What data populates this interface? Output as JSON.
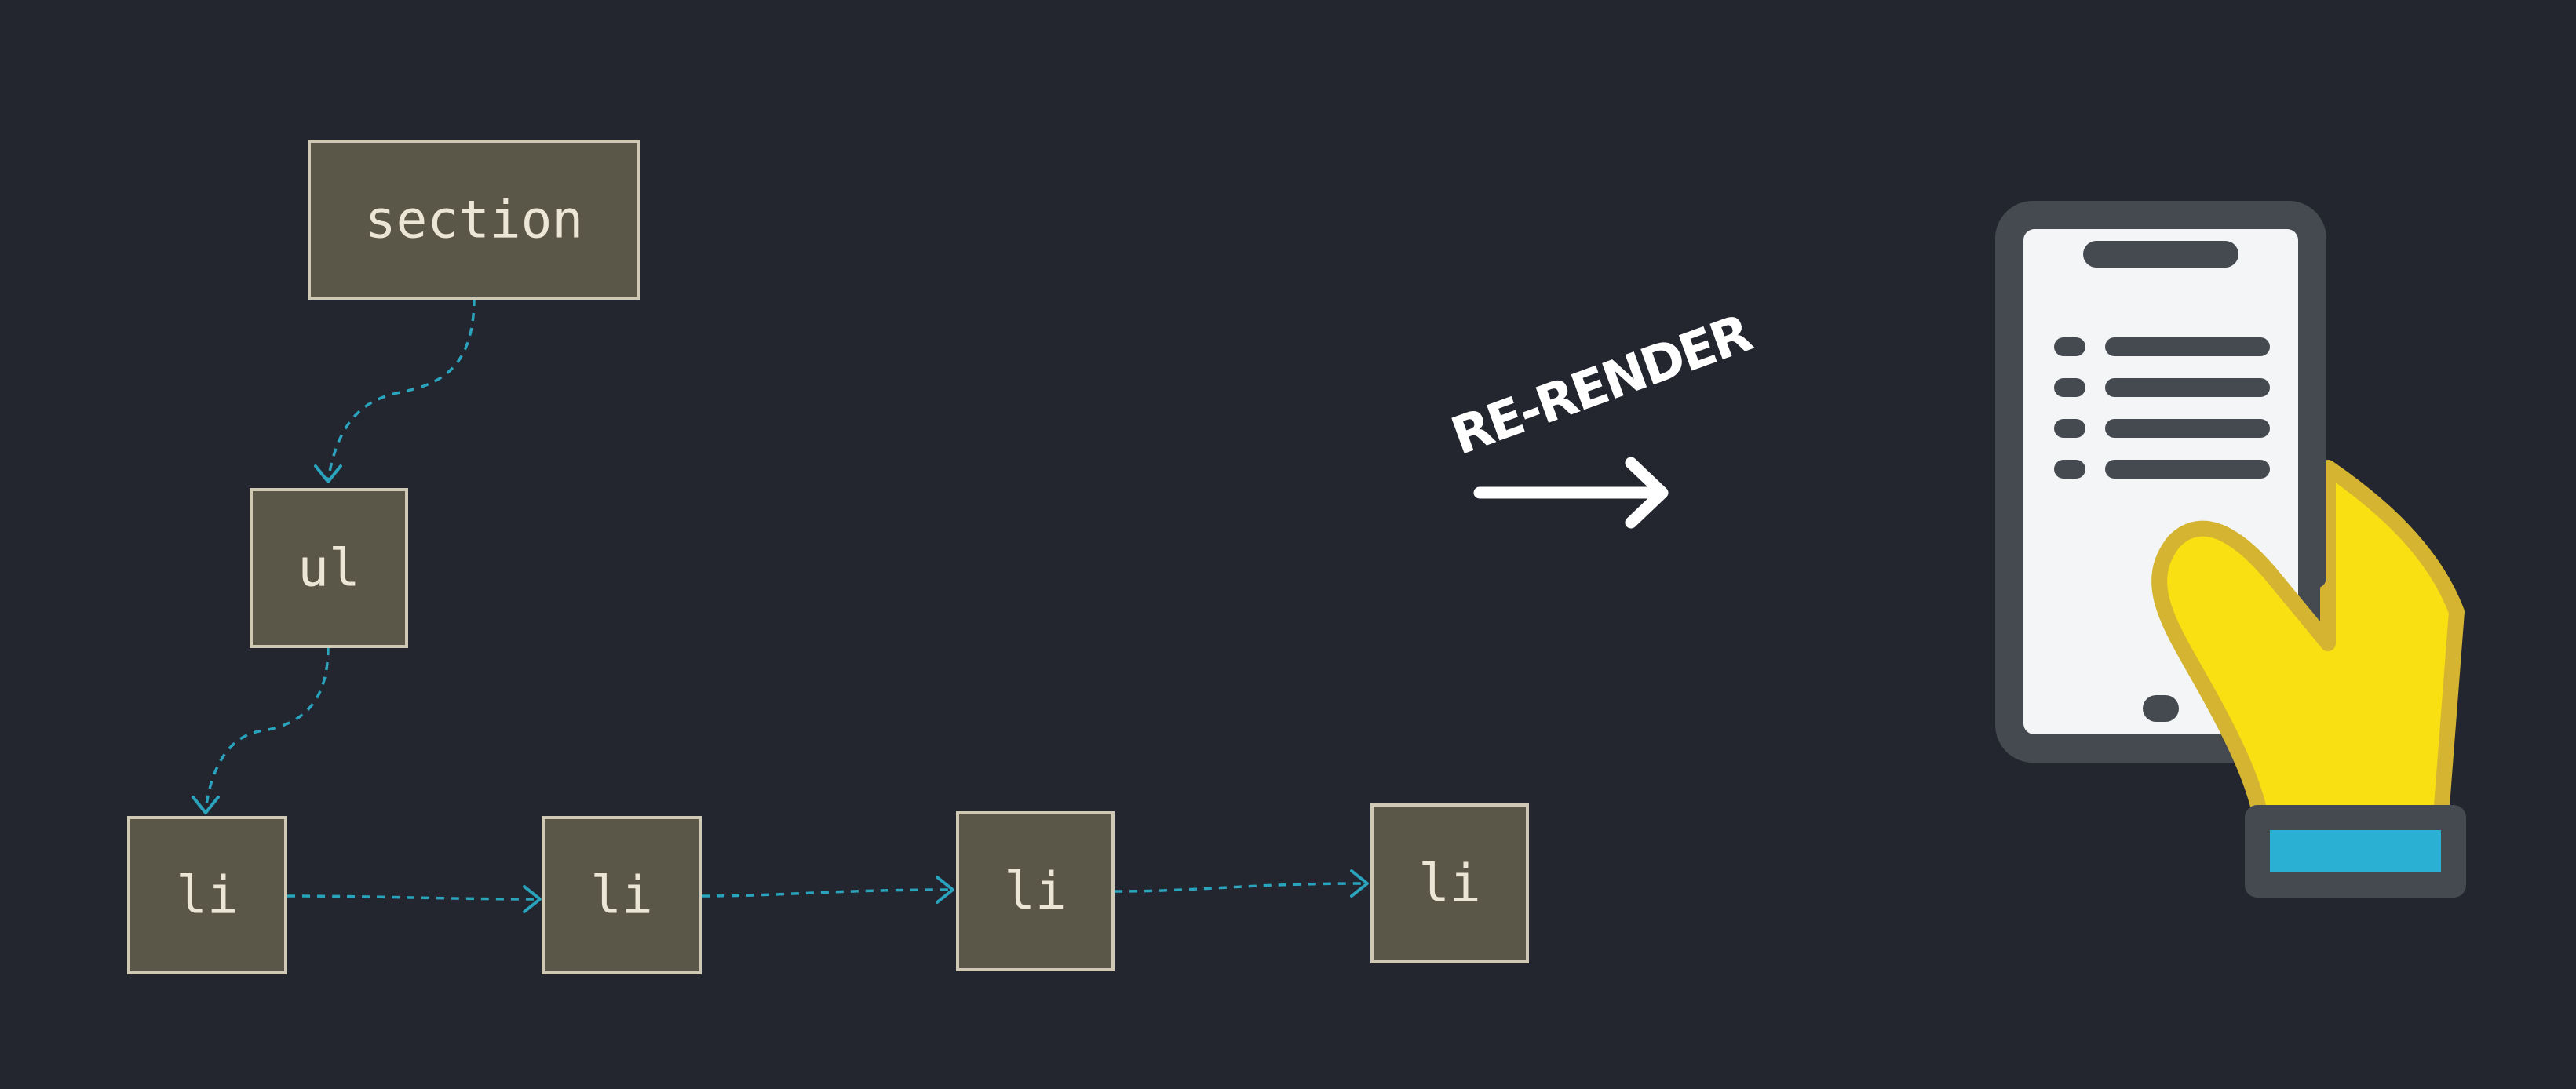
{
  "diagram": {
    "nodes": {
      "section": "section",
      "ul": "ul",
      "li_1": "li",
      "li_2": "li",
      "li_3": "li",
      "li_4": "li"
    },
    "edges": [
      [
        "section",
        "ul"
      ],
      [
        "ul",
        "li_1"
      ],
      [
        "li_1",
        "li_2"
      ],
      [
        "li_2",
        "li_3"
      ],
      [
        "li_3",
        "li_4"
      ]
    ],
    "action_label": "RE-RENDER"
  },
  "colors": {
    "background": "#23252f",
    "node_fill": "#5a5648",
    "node_border": "#cfc8b4",
    "node_text": "#ece6d6",
    "edge": "#2aa3bd",
    "arrow": "#ffffff",
    "phone_frame": "#454a50",
    "phone_screen": "#f4f5f6",
    "hand": "#f8e012",
    "hand_outline": "#d4b431",
    "cuff": "#2ab0d2"
  },
  "icons": {
    "action_arrow": "right-arrow-icon",
    "device": "phone-in-hand-icon"
  }
}
